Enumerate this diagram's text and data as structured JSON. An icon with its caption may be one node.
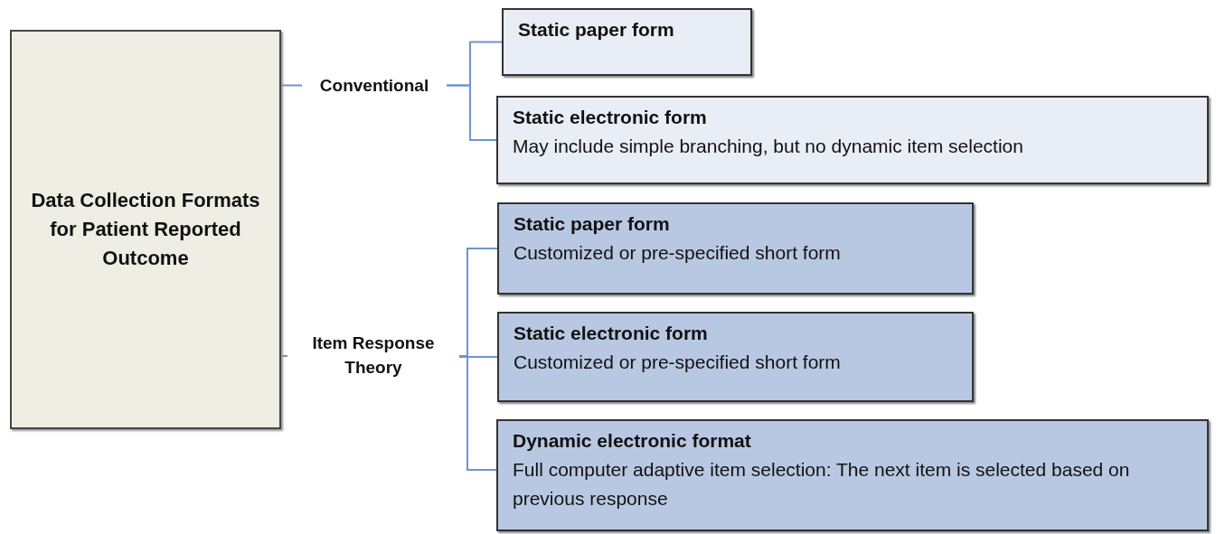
{
  "diagram": {
    "nodes": [
      {
        "text": [
          "Data Collection Formats for Patient Reported Outcome"
        ]
      },
      {
        "text": [
          "Conventional"
        ]
      },
      {
        "text": [
          "Static paper form"
        ]
      },
      {
        "text": [
          "Static electronic form",
          "May include simple branching, but no dynamic item selection"
        ]
      },
      {
        "text": [
          "Item Response Theory"
        ]
      },
      {
        "text": [
          "Static paper form",
          "Customized or pre-specified short form"
        ]
      },
      {
        "text": [
          "Static electronic form",
          "Customized or pre-specified short form"
        ]
      },
      {
        "text": [
          "Dynamic electronic format",
          "Full computer adaptive item selection: The next item is selected based on previous response"
        ]
      }
    ],
    "edges": [
      {
        "from": 0,
        "to": 1,
        "arrow": "none"
      },
      {
        "from": 1,
        "to": 2,
        "arrow": "none"
      },
      {
        "from": 1,
        "to": 3,
        "arrow": "none"
      },
      {
        "from": 0,
        "to": 4,
        "arrow": "none"
      },
      {
        "from": 4,
        "to": 5,
        "arrow": "none"
      },
      {
        "from": 4,
        "to": 6,
        "arrow": "none"
      },
      {
        "from": 4,
        "to": 7,
        "arrow": "none"
      }
    ]
  }
}
